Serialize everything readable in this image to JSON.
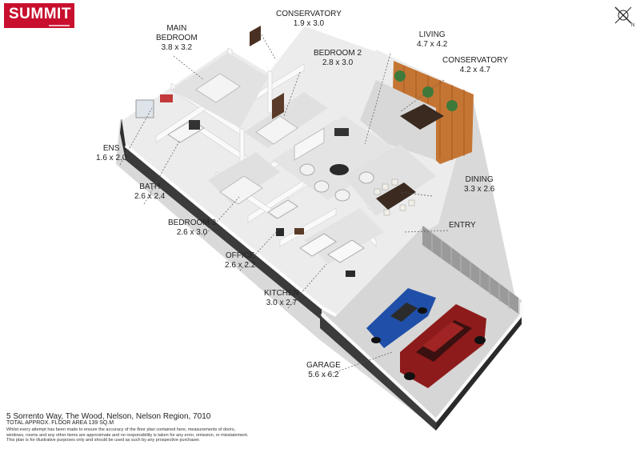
{
  "brand": {
    "logo_text": "SUMMIT",
    "logo_color": "#c8102e"
  },
  "compass": {
    "icon": "north-arrow-icon",
    "letter": "N"
  },
  "rooms": [
    {
      "key": "conservatory_top",
      "name": "CONSERVATORY",
      "dims": "1.9 x 3.0"
    },
    {
      "key": "main_bedroom",
      "name": "MAIN BEDROOM",
      "name_line1": "MAIN",
      "name_line2": "BEDROOM",
      "dims": "3.8 x 3.2"
    },
    {
      "key": "bedroom2",
      "name": "BEDROOM 2",
      "dims": "2.8 x 3.0"
    },
    {
      "key": "living",
      "name": "LIVING",
      "dims": "4.7 x 4.2"
    },
    {
      "key": "conservatory_right",
      "name": "CONSERVATORY",
      "dims": "4.2 x 4.7"
    },
    {
      "key": "ens",
      "name": "ENS",
      "dims": "1.6 x 2.0"
    },
    {
      "key": "bath",
      "name": "BATH",
      "dims": "2.6 x 2.4"
    },
    {
      "key": "dining",
      "name": "DINING",
      "dims": "3.3 x 2.6"
    },
    {
      "key": "entry",
      "name": "ENTRY",
      "dims": ""
    },
    {
      "key": "bedroom3",
      "name": "BEDROOM 3",
      "dims": "2.6 x 3.0"
    },
    {
      "key": "office",
      "name": "OFFICE",
      "dims": "2.6 x 2.2"
    },
    {
      "key": "kitchen",
      "name": "KITCHEN",
      "dims": "3.0 x 2.7"
    },
    {
      "key": "garage",
      "name": "GARAGE",
      "dims": "5.6 x 6.2"
    }
  ],
  "footer": {
    "address": "5 Sorrento Way, The Wood, Nelson, Nelson Region, 7010",
    "total_area": "TOTAL APPROX. FLOOR AREA 139 SQ.M",
    "disclaimer_1": "Whilst every attempt has been made to ensure the accuracy of the floor plan contained here, measurements of doors,",
    "disclaimer_2": "windows, rooms and any other items are approximate and no responsibility is taken for any error, omission, or misstatement.",
    "disclaimer_3": "This plan is for illustrative purposes only and should be used as such by any prospective purchaser."
  },
  "colors": {
    "floor": "#e9e9e9",
    "wall_top": "#ffffff",
    "wall_side": "#3a3a3a",
    "garage_floor": "#d4d4d4",
    "deck": "#c8732e",
    "car_blue": "#1f4fa8",
    "car_red": "#8e1b1b"
  }
}
